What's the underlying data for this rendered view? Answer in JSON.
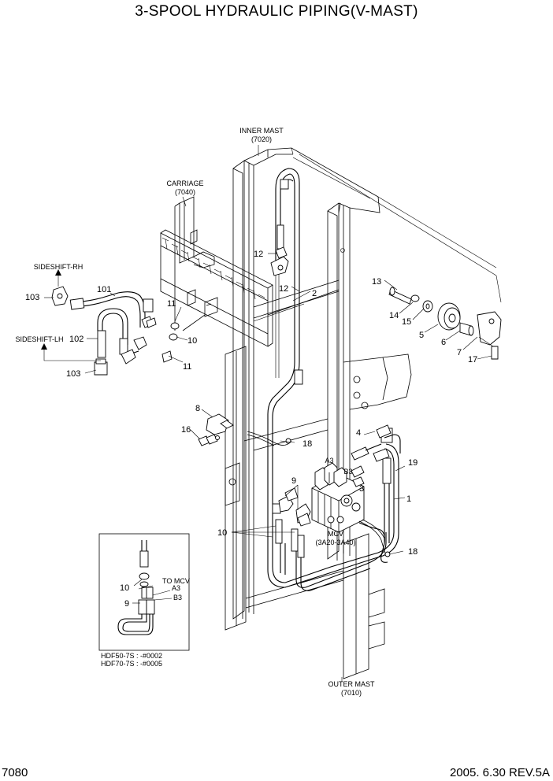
{
  "title": "3-SPOOL HYDRAULIC PIPING(V-MAST)",
  "page_code": "7080",
  "revision": "2005. 6.30 REV.5A",
  "labels": {
    "inner_mast": "INNER MAST",
    "inner_mast_code": "(7020)",
    "carriage": "CARRIAGE",
    "carriage_code": "(7040)",
    "sideshift_rh": "SIDESHIFT-RH",
    "sideshift_lh": "SIDESHIFT-LH",
    "mcv": "MCV",
    "mcv_code": "(3A20-3A40)",
    "outer_mast": "OUTER MAST",
    "outer_mast_code": "(7010)",
    "a3": "A3",
    "b3": "B3"
  },
  "callouts": {
    "c1": "1",
    "c2": "2",
    "c3": "3",
    "c4": "4",
    "c5": "5",
    "c6": "6",
    "c7": "7",
    "c8": "8",
    "c9": "9",
    "c10a": "10",
    "c10b": "10",
    "c11a": "11",
    "c11b": "11",
    "c12a": "12",
    "c12b": "12",
    "c13": "13",
    "c14": "14",
    "c15": "15",
    "c16": "16",
    "c17": "17",
    "c18a": "18",
    "c18b": "18",
    "c19": "19",
    "c101": "101",
    "c102": "102",
    "c103a": "103",
    "c103b": "103"
  },
  "inset": {
    "callout_10": "10",
    "callout_9": "9",
    "to_mcv": "TO MCV",
    "a3": "A3",
    "b3": "B3",
    "model_1": "HDF50-7S : -#0002",
    "model_2": "HDF70-7S : -#0005"
  }
}
